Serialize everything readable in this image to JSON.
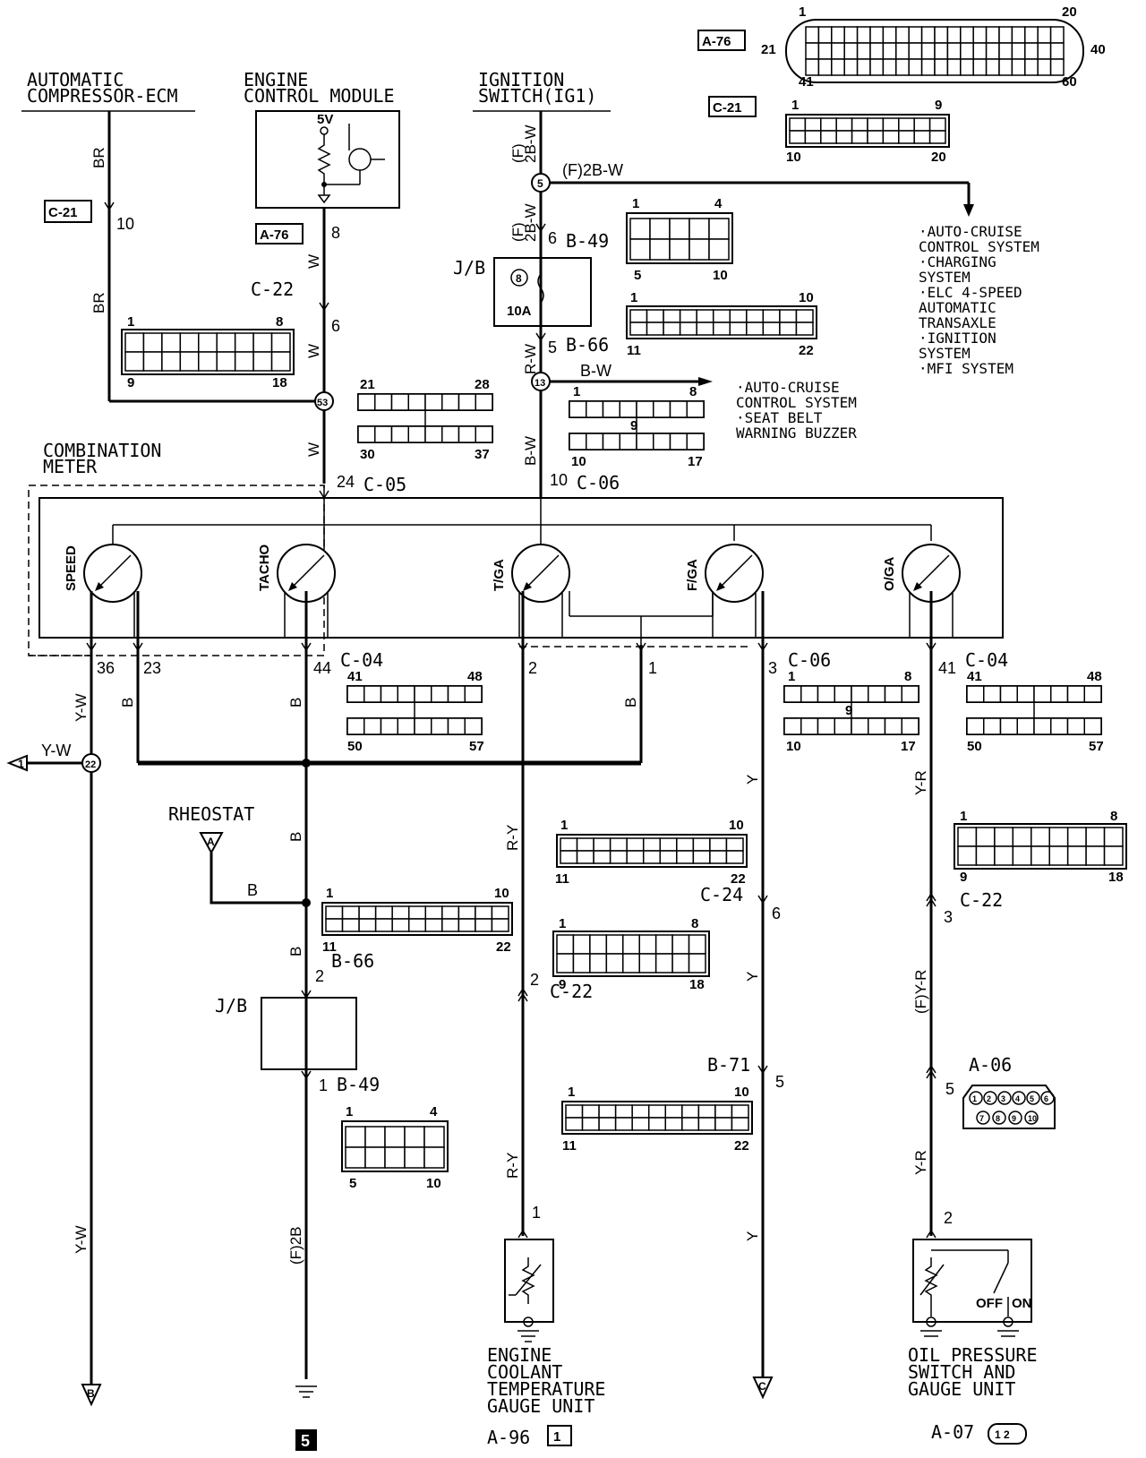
{
  "components": {
    "compressor_ecm": [
      "AUTOMATIC",
      "COMPRESSOR-ECM"
    ],
    "ecm": [
      "ENGINE",
      "CONTROL MODULE"
    ],
    "ecm_5v": "5V",
    "ignition": [
      "IGNITION",
      "SWITCH(IG1)"
    ],
    "combination_meter": [
      "COMBINATION",
      "METER"
    ],
    "rheostat": "RHEOSTAT",
    "coolant_unit": [
      "ENGINE",
      "COOLANT",
      "TEMPERATURE",
      "GAUGE UNIT"
    ],
    "oil_unit": [
      "OIL PRESSURE",
      "SWITCH AND",
      "GAUGE UNIT"
    ],
    "oil_off": "OFF",
    "oil_on": "ON",
    "jb": "J/B",
    "fuse_num": "8",
    "fuse_amp": "10A"
  },
  "gauges": [
    "SPEED",
    "TACHO",
    "T/GA",
    "F/GA",
    "O/GA"
  ],
  "connectors": {
    "a76_top": "A-76",
    "c21_top": "C-21",
    "c21_left": "C-21",
    "a76_ecm": "A-76",
    "c22_mid": "C-22",
    "b49_top": "B-49",
    "b66_top": "B-66",
    "c05": "C-05",
    "c06_top": "C-06",
    "c04_left": "C-04",
    "c06_right": "C-06",
    "c04_right": "C-04",
    "b66_low": "B-66",
    "c22_low": "C-22",
    "c24": "C-24",
    "c22_right": "C-22",
    "b71": "B-71",
    "a06": "A-06",
    "b49_low": "B-49",
    "a96": "A-96",
    "a07": "A-07"
  },
  "wires": {
    "br": "BR",
    "w": "W",
    "f2bw": "(F)2B-W",
    "f2bw_v": "(F)\n2B-W",
    "rw": "R-W",
    "bw": "B-W",
    "yw": "Y-W",
    "b": "B",
    "ry": "R-Y",
    "y": "Y",
    "yr": "Y-R",
    "fyr": "(F)Y-R",
    "f2b": "(F)2B"
  },
  "pins": {
    "p10": "10",
    "p8": "8",
    "p6": "6",
    "p5": "5",
    "p24": "24",
    "p10b": "10",
    "p36": "36",
    "p23": "23",
    "p44": "44",
    "p2": "2",
    "p1": "1",
    "p3": "3",
    "p41": "41",
    "p2b": "2",
    "p1b": "1",
    "p2c": "2",
    "p6b": "6",
    "p5b": "5",
    "p1c": "1",
    "p3b": "3",
    "p5c": "5",
    "p2d": "2"
  },
  "splices": {
    "s5": "5",
    "s13": "13",
    "s53": "53",
    "s22": "22"
  },
  "targets": {
    "sys_list_a": [
      "AUTO-CRUISE",
      "CONTROL SYSTEM",
      "CHARGING",
      "SYSTEM",
      "ELC 4-SPEED",
      "AUTOMATIC",
      "TRANSAXLE",
      "IGNITION",
      "SYSTEM",
      "MFI SYSTEM"
    ],
    "sys_list_b": [
      "AUTO-CRUISE",
      "CONTROL SYSTEM",
      "SEAT BELT",
      "WARNING BUZZER"
    ],
    "off_1": "1",
    "off_A": "A",
    "off_B": "B",
    "off_C": "C",
    "page_mark": "5"
  },
  "connector_pins": {
    "a76_1": "1",
    "a76_20": "20",
    "a76_21": "21",
    "a76_40": "40",
    "a76_41": "41",
    "a76_60": "60",
    "c21_1": "1",
    "c21_9": "9",
    "c21_10": "10",
    "c21_20": "20",
    "b49a_1": "1",
    "b49a_4": "4",
    "b49a_5": "5",
    "b49a_10": "10",
    "b66a_1": "1",
    "b66a_10": "10",
    "b66a_11": "11",
    "b66a_22": "22",
    "c22a_1": "1",
    "c22a_8": "8",
    "c22a_9": "9",
    "c22a_18": "18",
    "c05_21": "21",
    "c05_28": "28",
    "c05_30": "30",
    "c05_37": "37",
    "c06a_1": "1",
    "c06a_8": "8",
    "c06a_9": "9",
    "c06a_10": "10",
    "c06a_17": "17",
    "c04a_41": "41",
    "c04a_48": "48",
    "c04a_50": "50",
    "c04a_57": "57",
    "c06b_1": "1",
    "c06b_8": "8",
    "c06b_9": "9",
    "c06b_10": "10",
    "c06b_17": "17",
    "c04b_41": "41",
    "c04b_48": "48",
    "c04b_50": "50",
    "c04b_57": "57",
    "c24_1": "1",
    "c24_10": "10",
    "c24_11": "11",
    "c24_22": "22",
    "c22r_1": "1",
    "c22r_8": "8",
    "c22r_9": "9",
    "c22r_18": "18",
    "b66b_1": "1",
    "b66b_10": "10",
    "b66b_11": "11",
    "b66b_22": "22",
    "c22b_1": "1",
    "c22b_8": "8",
    "c22b_9": "9",
    "c22b_18": "18",
    "b71_1": "1",
    "b71_10": "10",
    "b71_11": "11",
    "b71_22": "22",
    "b49b_1": "1",
    "b49b_4": "4",
    "b49b_5": "5",
    "b49b_10": "10",
    "a96_pin": "1",
    "a07_pins": "1 2",
    "a06_pins": [
      "1",
      "2",
      "3",
      "4",
      "5",
      "6",
      "7",
      "8",
      "9",
      "10"
    ]
  }
}
